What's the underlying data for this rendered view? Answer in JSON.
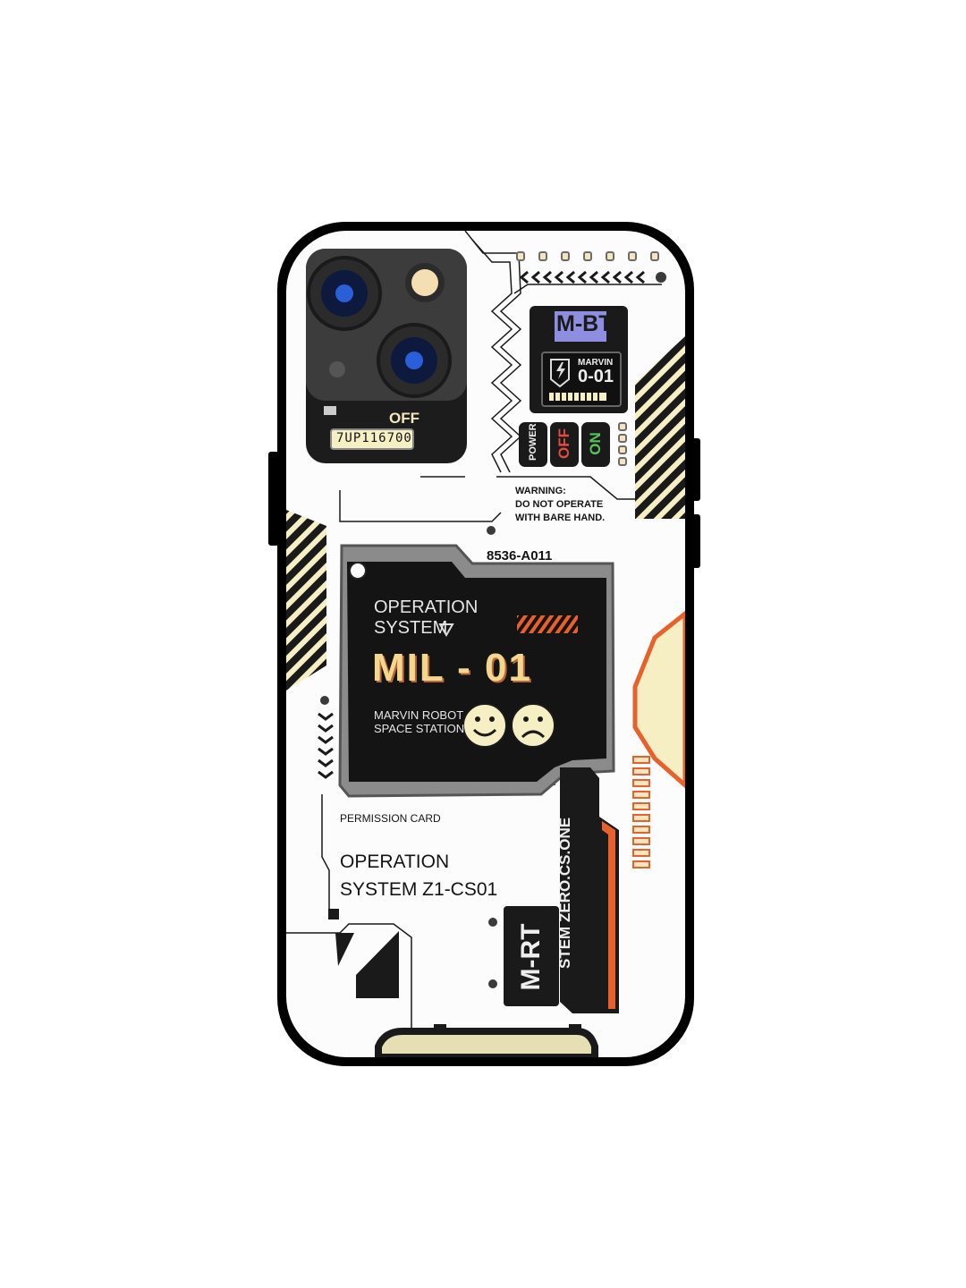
{
  "colors": {
    "case": "#000000",
    "back": "#fcfcfc",
    "cream": "#f7efc4",
    "orange": "#e8602c",
    "screen": "#141414",
    "badge_purple": "#8e8ee0",
    "on_green": "#58c35a",
    "off_red": "#e34b42"
  },
  "camera": {
    "status_label": "OFF",
    "readout": "7UP116700"
  },
  "mbt_module": {
    "badge": "M-BT",
    "name": "MARVIN",
    "code": "0-01"
  },
  "switches": {
    "power": "POWER",
    "off": "OFF",
    "on": "ON"
  },
  "warning": {
    "line1": "WARNING:",
    "line2": "DO NOT OPERATE",
    "line3": "WITH BARE HAND."
  },
  "screen": {
    "serial": "8536-A011",
    "heading_line1": "OPERATION",
    "heading_line2": "SYSTEM",
    "model": "MIL - 01",
    "sub_line1": "MARVIN ROBOT",
    "sub_line2": "SPACE STATION"
  },
  "permission": {
    "label": "PERMISSION CARD",
    "line1": "OPERATION",
    "line2": "SYSTEM Z1-CS01"
  },
  "side_panel": {
    "vertical_text": "STEM ZERO.CS.ONE",
    "badge": "M-RT"
  },
  "icons": [
    "lightning-shield-icon",
    "smile-icon",
    "frown-icon",
    "triangle-logo-icon",
    "screw-icon",
    "chevron-icon"
  ]
}
